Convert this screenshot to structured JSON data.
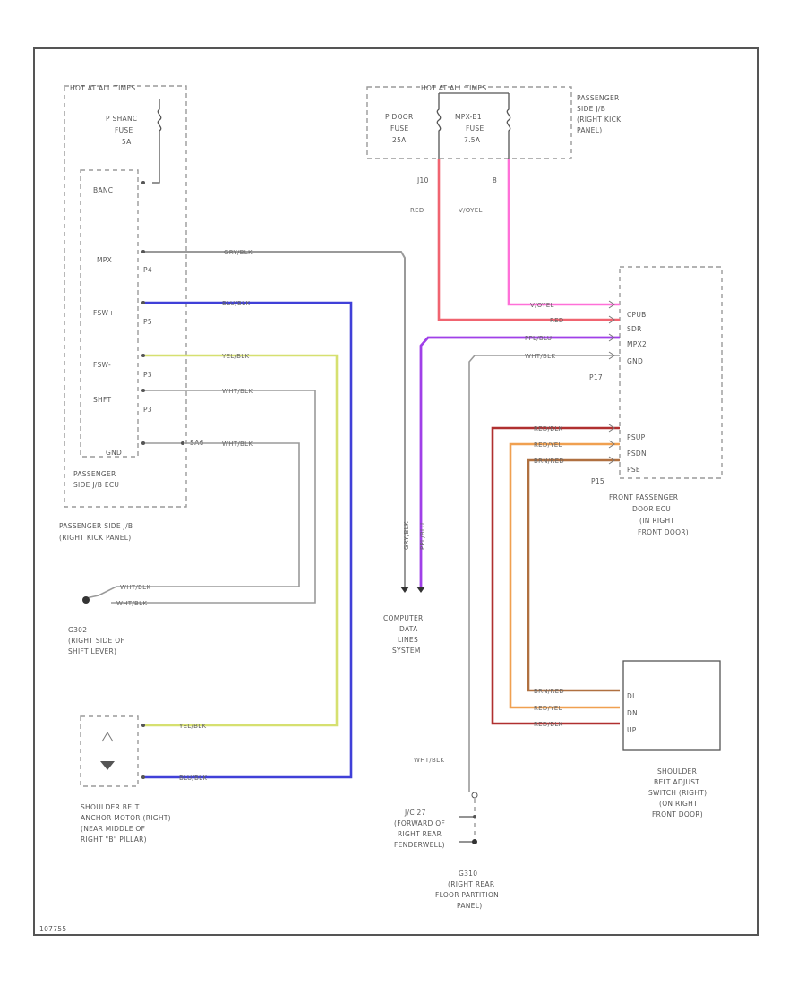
{
  "diagram": {
    "fuse_box_left": {
      "header": "HOT AT ALL TIMES",
      "fuse_name": "P SHANC",
      "fuse_word": "FUSE",
      "fuse_rating": "5A"
    },
    "fuse_box_right": {
      "header": "HOT AT ALL TIMES",
      "fuse1_name": "P DOOR",
      "fuse1_word": "FUSE",
      "fuse1_rating": "25A",
      "fuse2_name": "MPX-B1",
      "fuse2_word": "FUSE",
      "fuse2_rating": "7.5A",
      "location_line1": "PASSENGER",
      "location_line2": "SIDE J/B",
      "location_line3": "(RIGHT KICK",
      "location_line4": "PANEL)"
    },
    "pins_top": {
      "p1": "J10",
      "p2": "8"
    },
    "ecu_left": {
      "pin_bane": "BANC",
      "pin_mpx": "MPX",
      "pin_p1_label": "P4",
      "pin_fsw": "FSW+",
      "pin_p2_label": "P5",
      "pin_fsw2": "FSW-",
      "pin_p3_label": "P3",
      "pin_shift": "SHFT",
      "pin_p4_label": "P3",
      "pin_gnd": "GND",
      "gnd_pin": "SA6",
      "name_line1": "PASSENGER",
      "name_line2": "SIDE J/B ECU",
      "loc_line1": "PASSENGER SIDE J/B",
      "loc_line2": "(RIGHT KICK PANEL)"
    },
    "ecu_right": {
      "pin1": "CPUB",
      "pin2": "SDR",
      "pin3": "MPX2",
      "pin4": "GND",
      "conn1": "P17",
      "pin5": "PSUP",
      "pin6": "PSDN",
      "pin7": "PSE",
      "conn2": "P15",
      "name_line1": "FRONT PASSENGER",
      "name_line2": "DOOR ECU",
      "name_line3": "(IN RIGHT",
      "name_line4": "FRONT DOOR)"
    },
    "wires": {
      "red": "RED",
      "vio_yel": "V/OYEL",
      "gry_blk": "GRY/BLK",
      "blu_blk": "BLU/BLK",
      "yel_blk": "YEL/BLK",
      "wht_blk": "WHT/BLK",
      "ppl_blu": "PPL/BLU",
      "red_blk": "RED/BLK",
      "red_yel": "RED/YEL",
      "brn_red": "BRN/RED"
    },
    "ground_left": {
      "name": "G302",
      "line2": "(RIGHT SIDE OF",
      "line3": "SHIFT LEVER)"
    },
    "computer": {
      "line1": "COMPUTER",
      "line2": "DATA",
      "line3": "LINES",
      "line4": "SYSTEM"
    },
    "motor": {
      "line1": "SHOULDER BELT",
      "line2": "ANCHOR MOTOR (RIGHT)",
      "line3": "(NEAR MIDDLE OF",
      "line4": "RIGHT \"B\" PILLAR)"
    },
    "switch": {
      "pin1": "DL",
      "pin2": "DN",
      "pin3": "UP",
      "line1": "SHOULDER",
      "line2": "BELT ADJUST",
      "line3": "SWITCH (RIGHT)",
      "line4": "(ON RIGHT",
      "line5": "FRONT DOOR)"
    },
    "junction": {
      "line1": "J/C 27",
      "line2": "(FORWARD OF",
      "line3": "RIGHT REAR",
      "line4": "FENDERWELL)"
    },
    "ground_bottom": {
      "name": "G310",
      "line2": "(RIGHT REAR",
      "line3": "FLOOR PARTITION",
      "line4": "PANEL)"
    },
    "footer_code": "107755"
  },
  "colors": {
    "red": "#f06470",
    "pink": "#ff70d8",
    "blue": "#4040d8",
    "yellow": "#d6e070",
    "grey": "#9a9a9a",
    "purple": "#a040e8",
    "dark_red": "#b03030",
    "orange": "#f0a050",
    "brown": "#b07040"
  }
}
